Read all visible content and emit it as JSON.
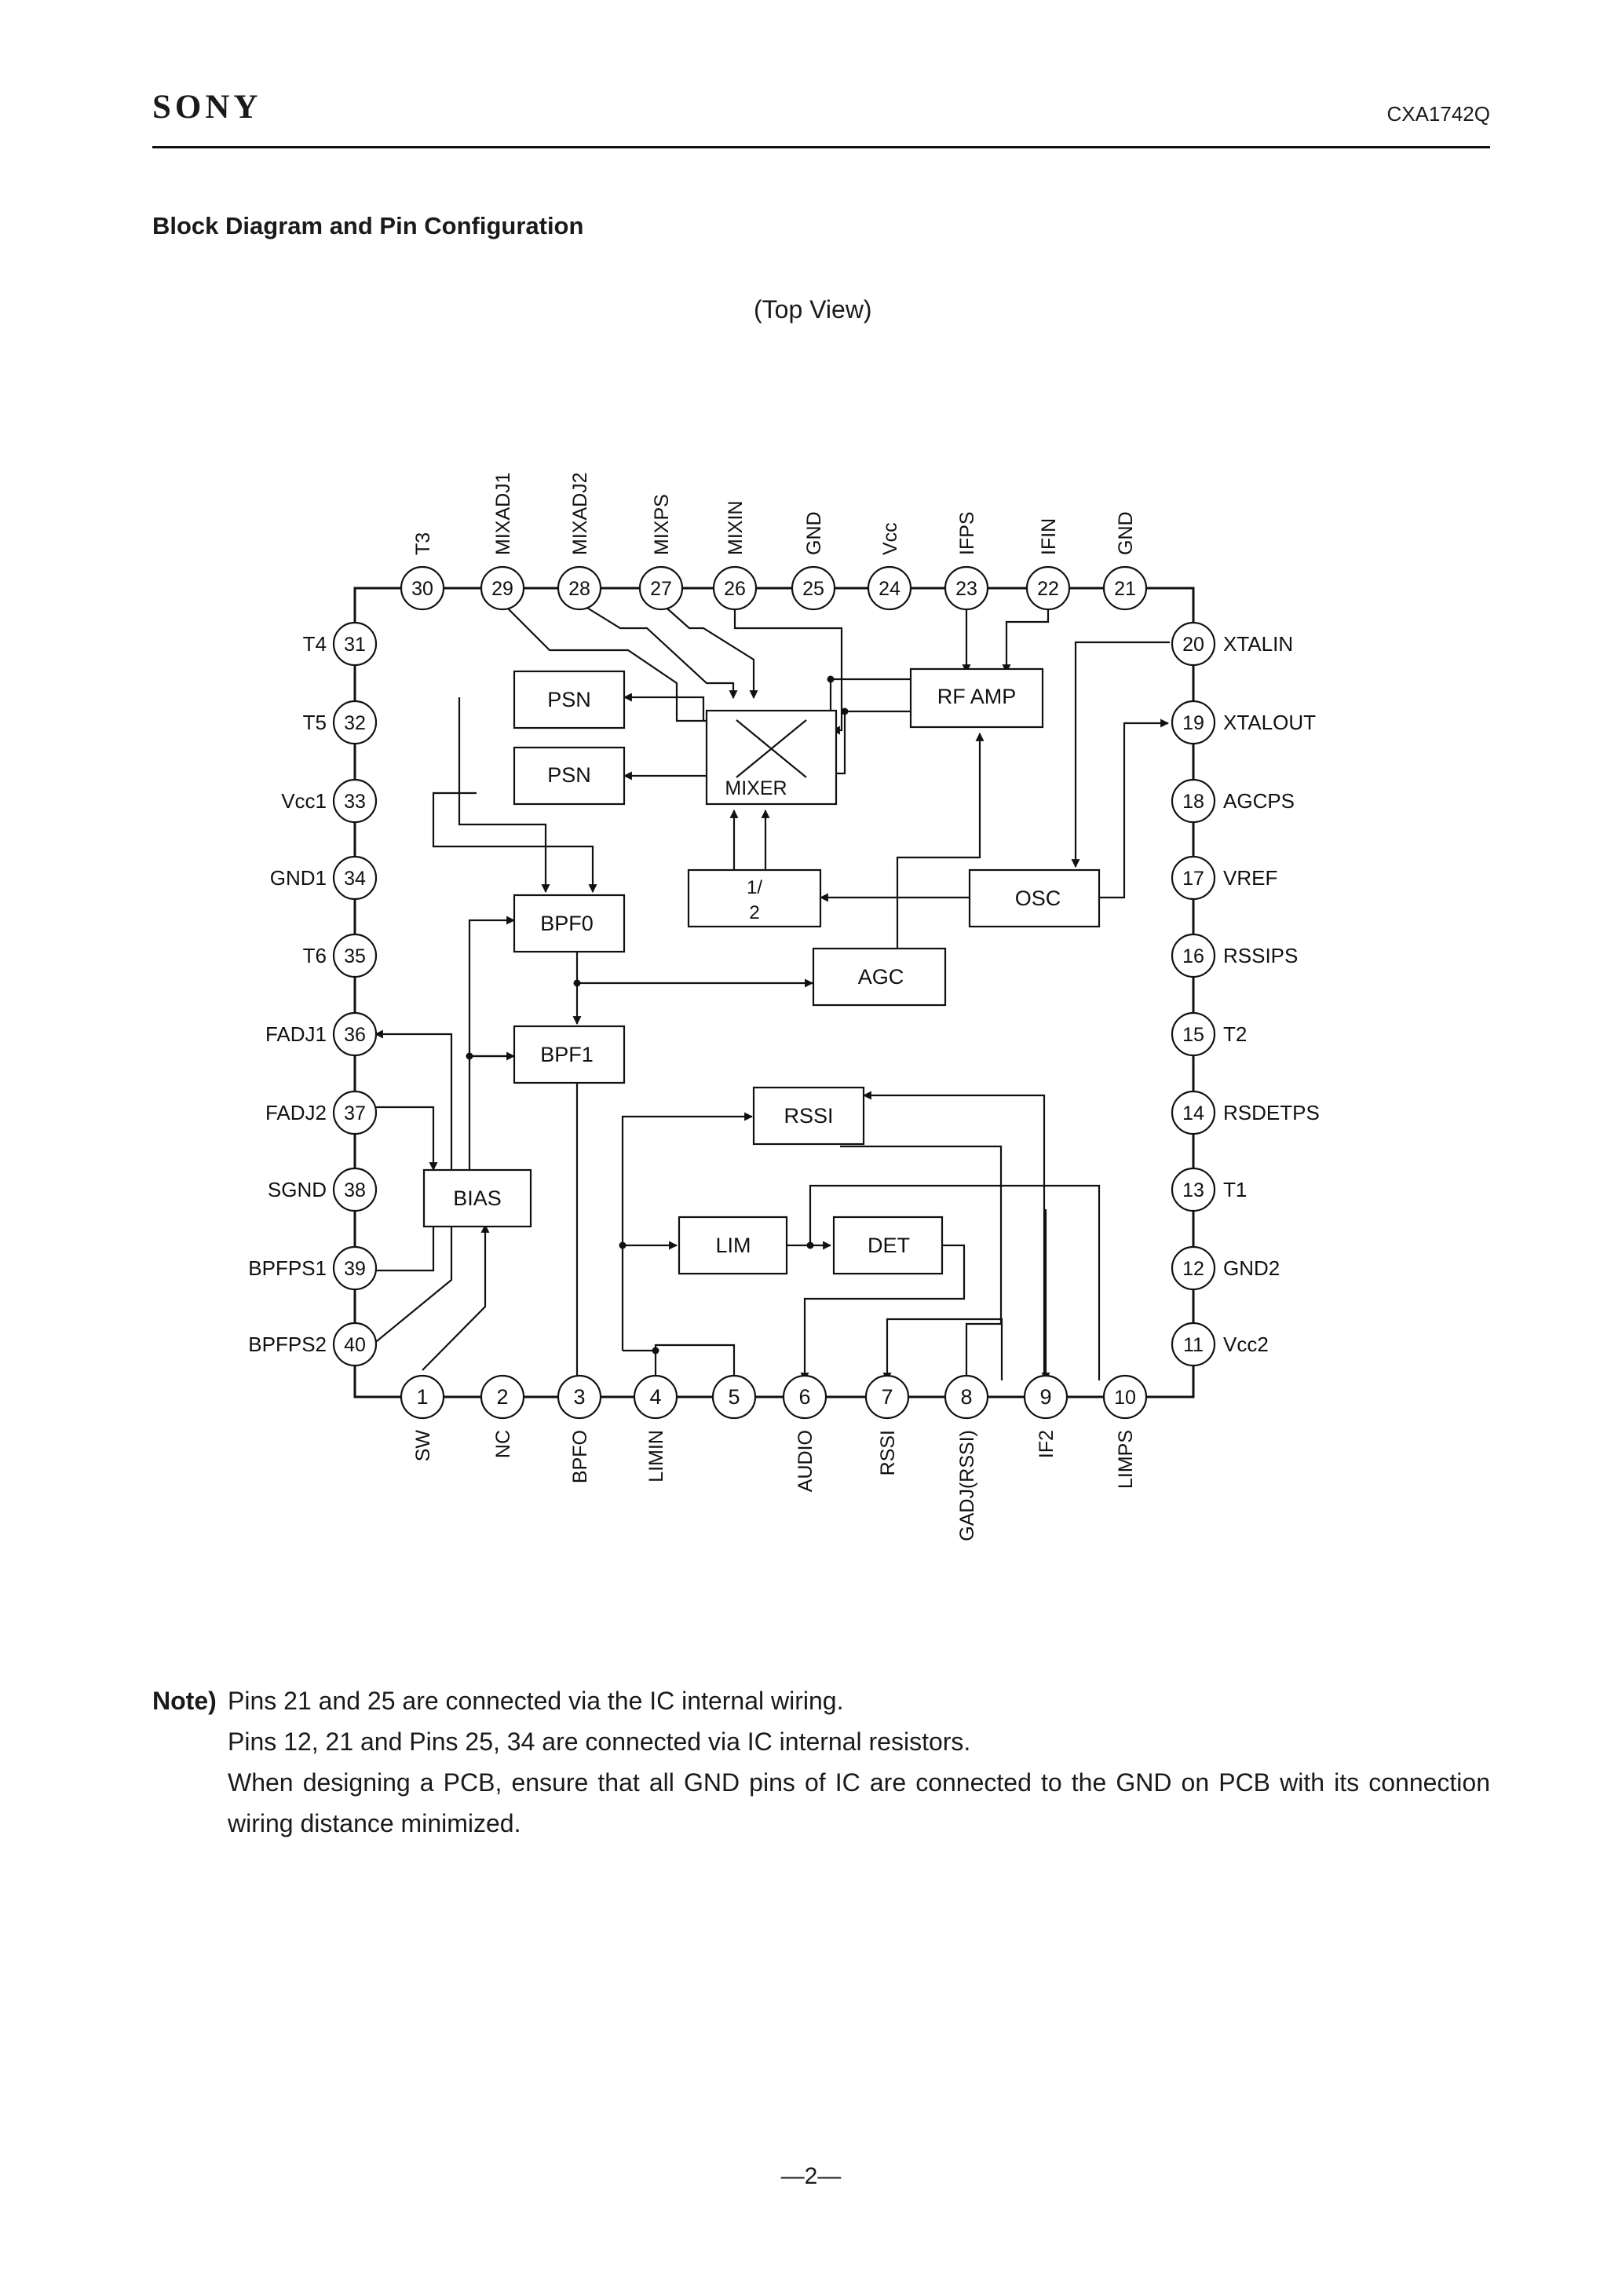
{
  "header": {
    "brand": "SONY",
    "part_number": "CXA1742Q"
  },
  "section_title": "Block Diagram and Pin Configuration",
  "view_label": "(Top View)",
  "blocks": {
    "rf_amp": "RF AMP",
    "mixer": "MIXER",
    "psn_upper": "PSN",
    "psn_lower": "PSN",
    "bpf0": "BPF0",
    "bpf1": "BPF1",
    "half_top": "1/",
    "half_bottom": "2",
    "osc": "OSC",
    "agc": "AGC",
    "rssi": "RSSI",
    "lim": "LIM",
    "det": "DET",
    "bias": "BIAS"
  },
  "pins": {
    "top": [
      {
        "num": "30",
        "label": "T3"
      },
      {
        "num": "29",
        "label": "MIXADJ1"
      },
      {
        "num": "28",
        "label": "MIXADJ2"
      },
      {
        "num": "27",
        "label": "MIXPS"
      },
      {
        "num": "26",
        "label": "MIXIN"
      },
      {
        "num": "25",
        "label": "GND"
      },
      {
        "num": "24",
        "label": "Vcc"
      },
      {
        "num": "23",
        "label": "IFPS"
      },
      {
        "num": "22",
        "label": "IFIN"
      },
      {
        "num": "21",
        "label": "GND"
      }
    ],
    "left": [
      {
        "num": "31",
        "label": "T4"
      },
      {
        "num": "32",
        "label": "T5"
      },
      {
        "num": "33",
        "label": "Vcc1"
      },
      {
        "num": "34",
        "label": "GND1"
      },
      {
        "num": "35",
        "label": "T6"
      },
      {
        "num": "36",
        "label": "FADJ1"
      },
      {
        "num": "37",
        "label": "FADJ2"
      },
      {
        "num": "38",
        "label": "SGND"
      },
      {
        "num": "39",
        "label": "BPFPS1"
      },
      {
        "num": "40",
        "label": "BPFPS2"
      }
    ],
    "right": [
      {
        "num": "20",
        "label": "XTALIN"
      },
      {
        "num": "19",
        "label": "XTALOUT"
      },
      {
        "num": "18",
        "label": "AGCPS"
      },
      {
        "num": "17",
        "label": "VREF"
      },
      {
        "num": "16",
        "label": "RSSIPS"
      },
      {
        "num": "15",
        "label": "T2"
      },
      {
        "num": "14",
        "label": "RSDETPS"
      },
      {
        "num": "13",
        "label": "T1"
      },
      {
        "num": "12",
        "label": "GND2"
      },
      {
        "num": "11",
        "label": "Vcc2"
      }
    ],
    "bottom": [
      {
        "num": "1",
        "label": "SW"
      },
      {
        "num": "2",
        "label": "NC"
      },
      {
        "num": "3",
        "label": "BPFO"
      },
      {
        "num": "4",
        "label": "LIMIN"
      },
      {
        "num": "5",
        "label": ""
      },
      {
        "num": "6",
        "label": "AUDIO"
      },
      {
        "num": "7",
        "label": "RSSI"
      },
      {
        "num": "8",
        "label": "GADJ(RSSI)"
      },
      {
        "num": "9",
        "label": "IF2"
      },
      {
        "num": "10",
        "label": "LIMPS"
      }
    ]
  },
  "note": {
    "lead": "Note)",
    "lines": [
      "Pins 21 and 25 are connected via the IC internal wiring.",
      "Pins 12, 21 and Pins 25, 34 are connected via IC internal resistors.",
      "When designing a PCB, ensure that all GND pins of IC are connected to the GND on PCB with its connection wiring distance minimized."
    ]
  },
  "page_number": "—2—"
}
